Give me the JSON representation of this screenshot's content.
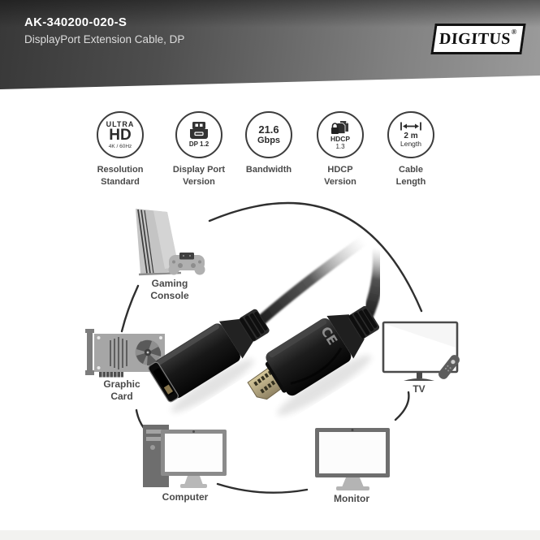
{
  "header": {
    "product_code": "AK-340200-020-S",
    "product_name": "DisplayPort Extension Cable, DP",
    "brand": "DIGITUS",
    "brand_reg": "®",
    "bg_dark": "#3d3d3d",
    "bg_light": "#9b9b9b",
    "text_color": "#ffffff"
  },
  "features": [
    {
      "line1": "ULTRA",
      "line2": "HD",
      "line3": "4K / 60Hz",
      "label": "Resolution\nStandard"
    },
    {
      "value": "DP 1.2",
      "label": "Display Port\nVersion"
    },
    {
      "line1": "21.6",
      "line2": "Gbps",
      "label": "Bandwidth"
    },
    {
      "line1": "HDCP",
      "line2": "1.3",
      "label": "HDCP\nVersion"
    },
    {
      "line1": "2 m",
      "line2": "Length",
      "label": "Cable\nLength"
    }
  ],
  "devices": [
    {
      "label": "Gaming\nConsole"
    },
    {
      "label": "Graphic\nCard"
    },
    {
      "label": "Computer"
    },
    {
      "label": "Monitor"
    },
    {
      "label": "TV"
    }
  ],
  "colors": {
    "ring": "#3d3d3d",
    "arc": "#2f2f2f",
    "label": "#4a4a4a",
    "device_gray": "#9e9e9e",
    "cable_black": "#1b1b1b",
    "plug_gold": "#bfb088"
  }
}
